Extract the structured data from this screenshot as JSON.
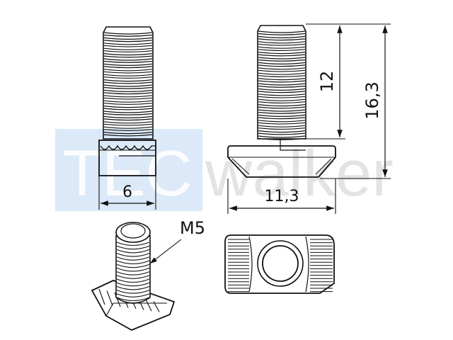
{
  "watermark": {
    "brand_a": "TEC",
    "brand_b": "walker",
    "box_color": "#cfe2f6",
    "text_color": "#e3e3e3"
  },
  "dimensions": {
    "width_side": "6",
    "width_front": "11,3",
    "thread_length": "12",
    "total_height": "16,3",
    "thread_size": "M5"
  },
  "colors": {
    "line": "#111111",
    "background": "#ffffff"
  }
}
